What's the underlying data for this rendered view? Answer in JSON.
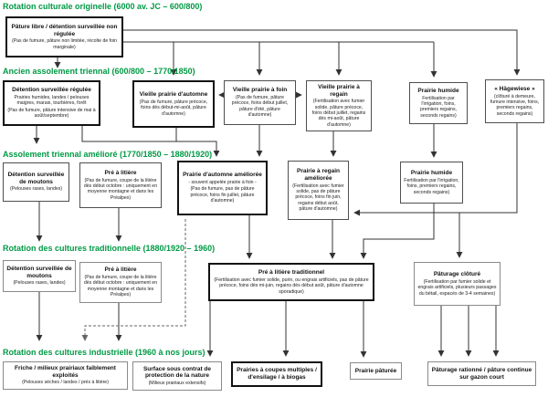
{
  "colors": {
    "era_title": "#009a44",
    "line": "#333333",
    "dashed_line": "#666666",
    "thick_border": "#111111",
    "thin_border": "#4f4f4f",
    "light_border": "#8a8a8a"
  },
  "eras": {
    "era1": {
      "label": "Rotation culturale originelle (6000 av. JC – 600/800)"
    },
    "era2": {
      "label": "Ancien assolement triennal (600/800 – 1770/1850)"
    },
    "era3": {
      "label": "Assolement triennal amélioré (1770/1850 – 1880/1920)"
    },
    "era4": {
      "label": "Rotation des cultures traditionnelle (1880/1920 – 1960)"
    },
    "era5": {
      "label": "Rotation des cultures industrielle (1960 à nos jours)"
    }
  },
  "boxes": {
    "a1": {
      "title": "Pâture libre / détention surveillée non régulée",
      "sub": "(Pas de fumure, pâture non limitée, récolte de foin marginale)"
    },
    "b1": {
      "title": "Détention surveillée régulée",
      "sub": "Prairies humides, landes / pelouses maigres, marais, tourbières, forêt",
      "sub2": "(Pas de fumure, pâture intensive de mai à août/septembre)"
    },
    "b2": {
      "title": "Vieille prairie d'automne",
      "sub": "(Pas de fumure, pâture précoce, foins dès début-mi-août, pâture d'automne)"
    },
    "b3": {
      "title": "Vieille prairie à foin",
      "sub": "(Pas de fumure, pâture précoce, foins début juillet, pâture d'été, pâture d'automne)"
    },
    "b4": {
      "title": "Vieille prairie à regain",
      "sub": "(Fertilisation avec fumier solide, pâture précoce, foins début juillet, regains dès mi-août, pâture d'automne)"
    },
    "b5": {
      "title": "Prairie humide",
      "sub": "Fertilisation par l'irrigation, foins, premiers regains, seconds regains)"
    },
    "b6": {
      "title": "« Hägewiese »",
      "sub": "(clôturé à demeure, fumure intensive, foins, premiers regains, seconds regains)"
    },
    "c1": {
      "title": "Détention surveillée de moutons",
      "sub": "(Pelouses rases, landes)"
    },
    "c2": {
      "title": "Pré à litière",
      "sub": "(Pas de fumure, coupe de la litière dès début octobre : uniquement en moyenne montagne et dans les Préalpes)"
    },
    "c3": {
      "title": "Prairie d'automne améliorée",
      "note": "- souvent appelée prairie à foin -",
      "sub": "(Pas de fumure, pas de pâture précoce, foins fin juillet, pâture d'automne)"
    },
    "c4": {
      "title": "Prairie à regain améliorée",
      "sub": "(Fertilisation avec fumier solide, pas de pâture précoce, foins fin juin, regains début août, pâture d'automne)"
    },
    "c5": {
      "title": "Prairie humide",
      "sub": "Fertilisation par l'irrigation, foins, premiers regains, seconds regains)"
    },
    "d1": {
      "title": "Détention surveillée de moutons",
      "sub": "(Pelouses rases, landes)"
    },
    "d2": {
      "title": "Pré à litière",
      "sub": "(Pas de fumure, coupe de la litière dès début octobre : uniquement en moyenne montagne et dans les Préalpes)"
    },
    "d3": {
      "title": "Pré à litière traditionnel",
      "sub": "(Fertilisation avec fumier solide, purin, ou engrais artificiels, pas de pâture précoce, foins dès mi-juin, regains dès début août, pâture d'automne sporadique)"
    },
    "d4": {
      "title": "Pâturage clôturé",
      "sub": "(Fertilisation par fumier solide et engrais artificiels, plusieurs passages du bétail, espacés de 3-4 semaines)"
    },
    "e1": {
      "title": "Friche / milieux prairiaux faiblement exploités",
      "sub": "(Pelouses sèches / landes / prés à litière)"
    },
    "e2": {
      "title": "Surface sous contrat de protection de la nature",
      "sub": "(Milieux prairiaux extensifs)"
    },
    "e3": {
      "title": "Prairies à coupes multiples / d'ensilage / à biogas"
    },
    "e4": {
      "title": "Prairie pâturée"
    },
    "e5": {
      "title": "Pâturage rationné / pâture continue sur gazon court"
    }
  }
}
